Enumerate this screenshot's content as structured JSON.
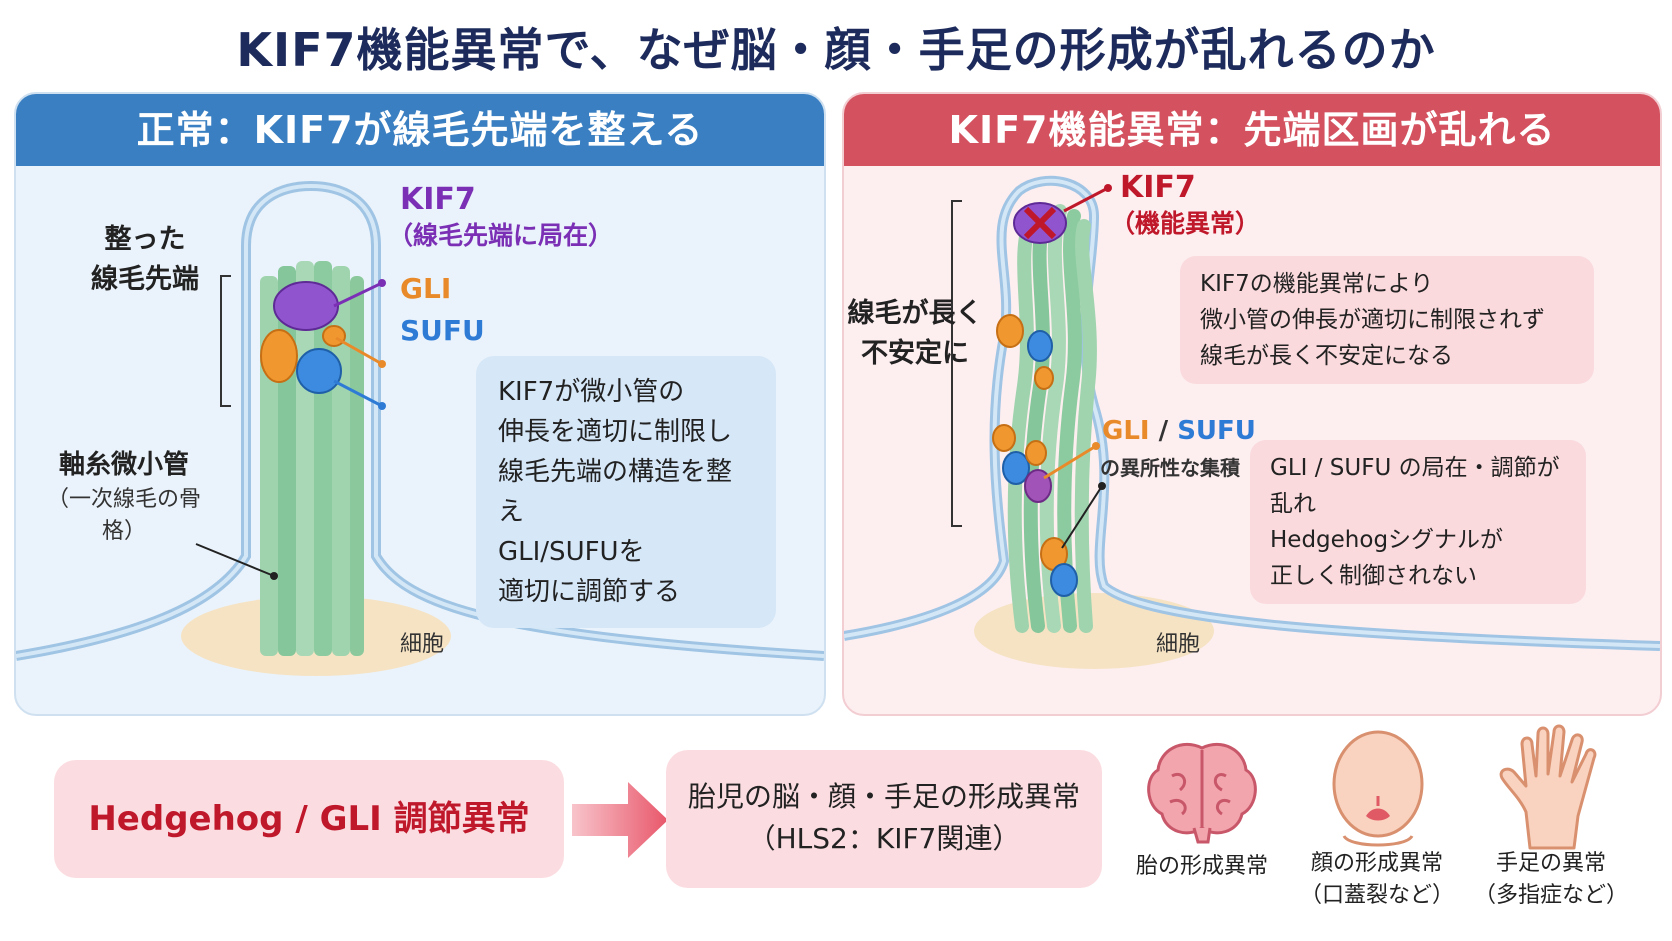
{
  "title": "KIF7機能異常で、なぜ脳・顔・手足の形成が乱れるのか",
  "left_panel": {
    "header": "正常：KIF7が線毛先端を整える",
    "bracket_label": [
      "整った",
      "線毛先端"
    ],
    "kif7_label": "KIF7",
    "kif7_sub": "（線毛先端に局在）",
    "gli_label": "GLI",
    "sufu_label": "SUFU",
    "axoneme_label": "軸糸微小管",
    "axoneme_sub": "（一次線毛の骨格）",
    "cell_label": "細胞",
    "info": [
      "KIF7が微小管の",
      "伸長を適切に制限し",
      "線毛先端の構造を整え",
      "GLI/SUFUを",
      "適切に調節する"
    ]
  },
  "right_panel": {
    "header": "KIF7機能異常：先端区画が乱れる",
    "bracket_label": [
      "線毛が長く",
      "不安定に"
    ],
    "kif7_label": "KIF7",
    "kif7_sub": "（機能異常）",
    "gli_label": "GLI",
    "slash": " / ",
    "sufu_label": "SUFU",
    "gli_sufu_sub": "の異所性な集積",
    "cell_label": "細胞",
    "info1": [
      "KIF7の機能異常により",
      "微小管の伸長が適切に制限されず",
      "線毛が長く不安定になる"
    ],
    "info2": [
      "GLI / SUFU の局在・調節が乱れ",
      "Hedgehogシグナルが",
      "正しく制御されない"
    ]
  },
  "bottom": {
    "cause": "Hedgehog / GLI 調節異常",
    "result_line1": "胎児の脳・顔・手足の形成異常",
    "result_line2": "（HLS2：KIF7関連）",
    "icons": [
      {
        "icon": "brain-icon",
        "label": "胎の形成異常",
        "sub": ""
      },
      {
        "icon": "face-icon",
        "label": "顔の形成異常",
        "sub": "（口蓋裂など）"
      },
      {
        "icon": "hand-icon",
        "label": "手足の異常",
        "sub": "（多指症など）"
      }
    ]
  },
  "colors": {
    "kif7": "#7b2fb5",
    "gli": "#e98a2a",
    "sufu": "#2e7bd6",
    "kif7_abnormal": "#c0182b",
    "cause_text": "#c0182b"
  }
}
